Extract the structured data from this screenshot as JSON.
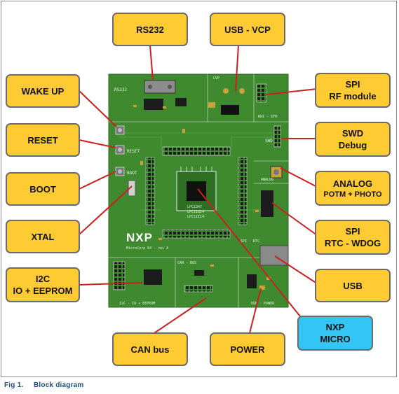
{
  "figure": {
    "label": "Fig 1.",
    "title": "Block diagram"
  },
  "board": {
    "brand": "NXP",
    "subtitle": "MicroCore 64 - rev A",
    "chip_lines": [
      "LPC1347",
      "LPC11U24",
      "LPC11E14"
    ],
    "silkscreen": {
      "rs232": "RS232",
      "reset": "RESET",
      "boot": "BOOT",
      "can_bus": "CAN - BUS",
      "i2c": "I2C - IO + EEPROM",
      "spi_rtc": "SPI - RTC",
      "usb_power": "USB - POWER",
      "swd": "SWD",
      "analog": "ANALOG",
      "rf": "RDI - SFH",
      "lvp": "LVP"
    }
  },
  "labels": {
    "rs232": "RS232",
    "usb_vcp": "USB - VCP",
    "wake_up": "WAKE UP",
    "spi_rf_1": "SPI",
    "spi_rf_2": "RF module",
    "reset": "RESET",
    "swd_1": "SWD",
    "swd_2": "Debug",
    "boot": "BOOT",
    "analog_1": "ANALOG",
    "analog_2": "POTM + PHOTO",
    "xtal": "XTAL",
    "spi_rtc_1": "SPI",
    "spi_rtc_2": "RTC - WDOG",
    "i2c_1": "I2C",
    "i2c_2": "IO + EEPROM",
    "usb": "USB",
    "nxp_micro_1": "NXP",
    "nxp_micro_2": "MICRO",
    "can_bus": "CAN bus",
    "power": "POWER"
  },
  "colors": {
    "box_fill": "#ffcb33",
    "micro_fill": "#33c6f4",
    "leader": "#cc1f1f",
    "pcb": "#3f8a2f"
  }
}
